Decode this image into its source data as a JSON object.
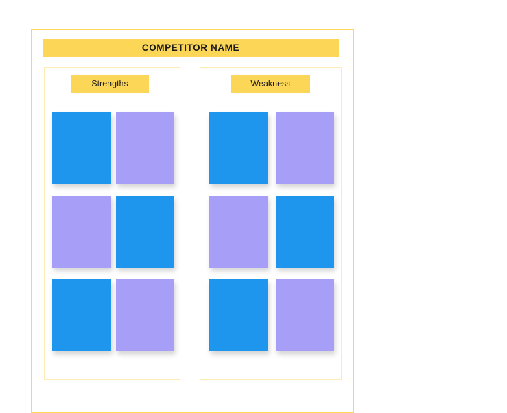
{
  "page": {
    "background_color": "#ffffff",
    "frame_border_color": "#FBD75C",
    "panel_border_color": "#FCEBB4"
  },
  "header": {
    "title": "COMPETITOR NAME",
    "banner_color": "#FCD757"
  },
  "columns": [
    {
      "id": "strengths",
      "label": "Strengths",
      "chip_color": "#FCD757",
      "cards": [
        {
          "row": 1,
          "col": 1,
          "color": "#1E96EE",
          "swatch": "blue"
        },
        {
          "row": 1,
          "col": 2,
          "color": "#A79EF7",
          "swatch": "purple"
        },
        {
          "row": 2,
          "col": 1,
          "color": "#A79EF7",
          "swatch": "purple"
        },
        {
          "row": 2,
          "col": 2,
          "color": "#1E96EE",
          "swatch": "blue"
        },
        {
          "row": 3,
          "col": 1,
          "color": "#1E96EE",
          "swatch": "blue"
        },
        {
          "row": 3,
          "col": 2,
          "color": "#A79EF7",
          "swatch": "purple"
        }
      ]
    },
    {
      "id": "weakness",
      "label": "Weakness",
      "chip_color": "#FCD757",
      "cards": [
        {
          "row": 1,
          "col": 1,
          "color": "#1E96EE",
          "swatch": "blue"
        },
        {
          "row": 1,
          "col": 2,
          "color": "#A79EF7",
          "swatch": "purple"
        },
        {
          "row": 2,
          "col": 1,
          "color": "#A79EF7",
          "swatch": "purple"
        },
        {
          "row": 2,
          "col": 2,
          "color": "#1E96EE",
          "swatch": "blue"
        },
        {
          "row": 3,
          "col": 1,
          "color": "#1E96EE",
          "swatch": "blue"
        },
        {
          "row": 3,
          "col": 2,
          "color": "#A79EF7",
          "swatch": "purple"
        }
      ]
    }
  ]
}
